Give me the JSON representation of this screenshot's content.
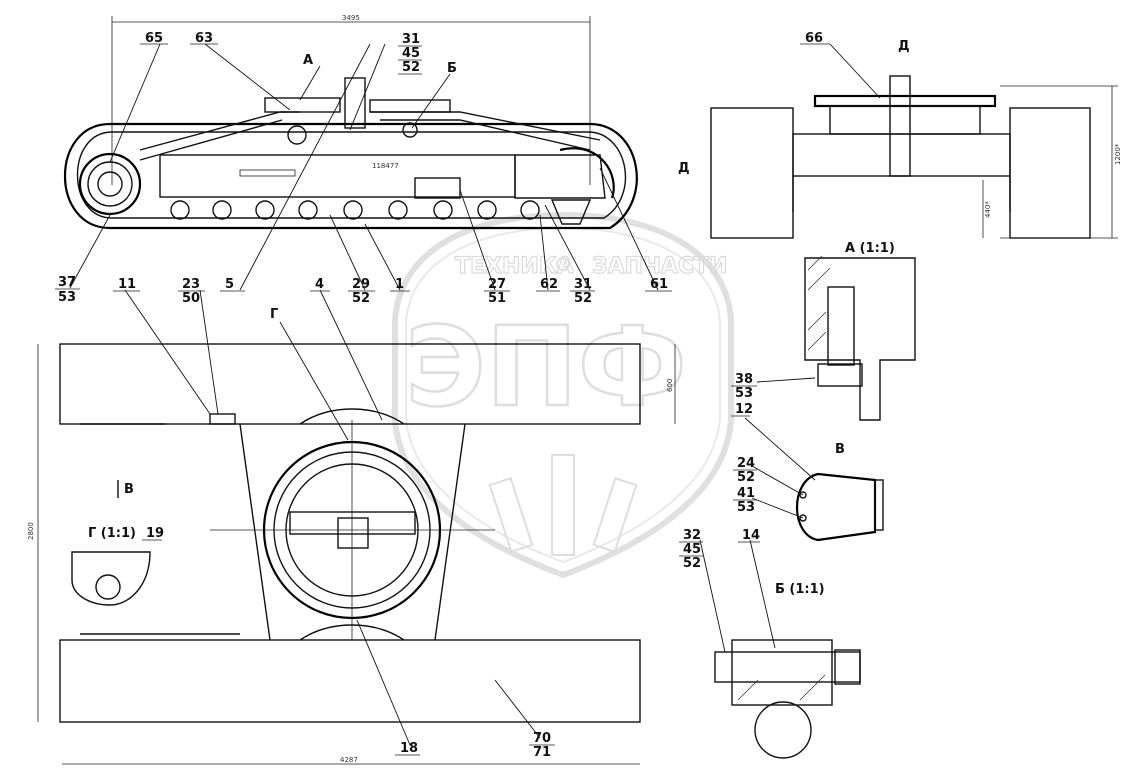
{
  "callouts": {
    "c65": "65",
    "c63": "63",
    "cA": "А",
    "c31a": "31",
    "c45a": "45",
    "c52a": "52",
    "cB": "Б",
    "c66": "66",
    "cD": "Д",
    "cD2": "Д",
    "c37": "37",
    "c53a": "53",
    "c11": "11",
    "c23": "23",
    "c50": "50",
    "c5": "5",
    "c4": "4",
    "c29": "29",
    "c52b": "52",
    "c1": "1",
    "c27": "27",
    "c51": "51",
    "c62": "62",
    "c31b": "31",
    "c52c": "52",
    "c61": "61",
    "cG": "Г",
    "cV": "В",
    "cGsec": "Г (1:1)",
    "c19": "19",
    "cAsec": "А (1:1)",
    "c38": "38",
    "c53b": "53",
    "c12": "12",
    "cVsec": "В",
    "c24": "24",
    "c52d": "52",
    "c41": "41",
    "c53c": "53",
    "c32": "32",
    "c45b": "45",
    "c52e": "52",
    "c14": "14",
    "cBsec": "Б (1:1)",
    "c18": "18",
    "c70": "70",
    "c71": "71",
    "cFlag": "В"
  },
  "dimensions": {
    "top_width": "3495",
    "bottom_width": "4287",
    "left_height": "2800",
    "block_height": "600",
    "right_height": "1200*",
    "right_small": "440*",
    "mid_label": "118477"
  },
  "watermark": {
    "top_text_left": "ТЕХНИКА",
    "top_text_right": "ЗАПЧАСТИ",
    "big_text": "ЭПФ"
  },
  "colors": {
    "line": "#111111",
    "watermark": "#cfcfcf",
    "background": "#ffffff"
  }
}
